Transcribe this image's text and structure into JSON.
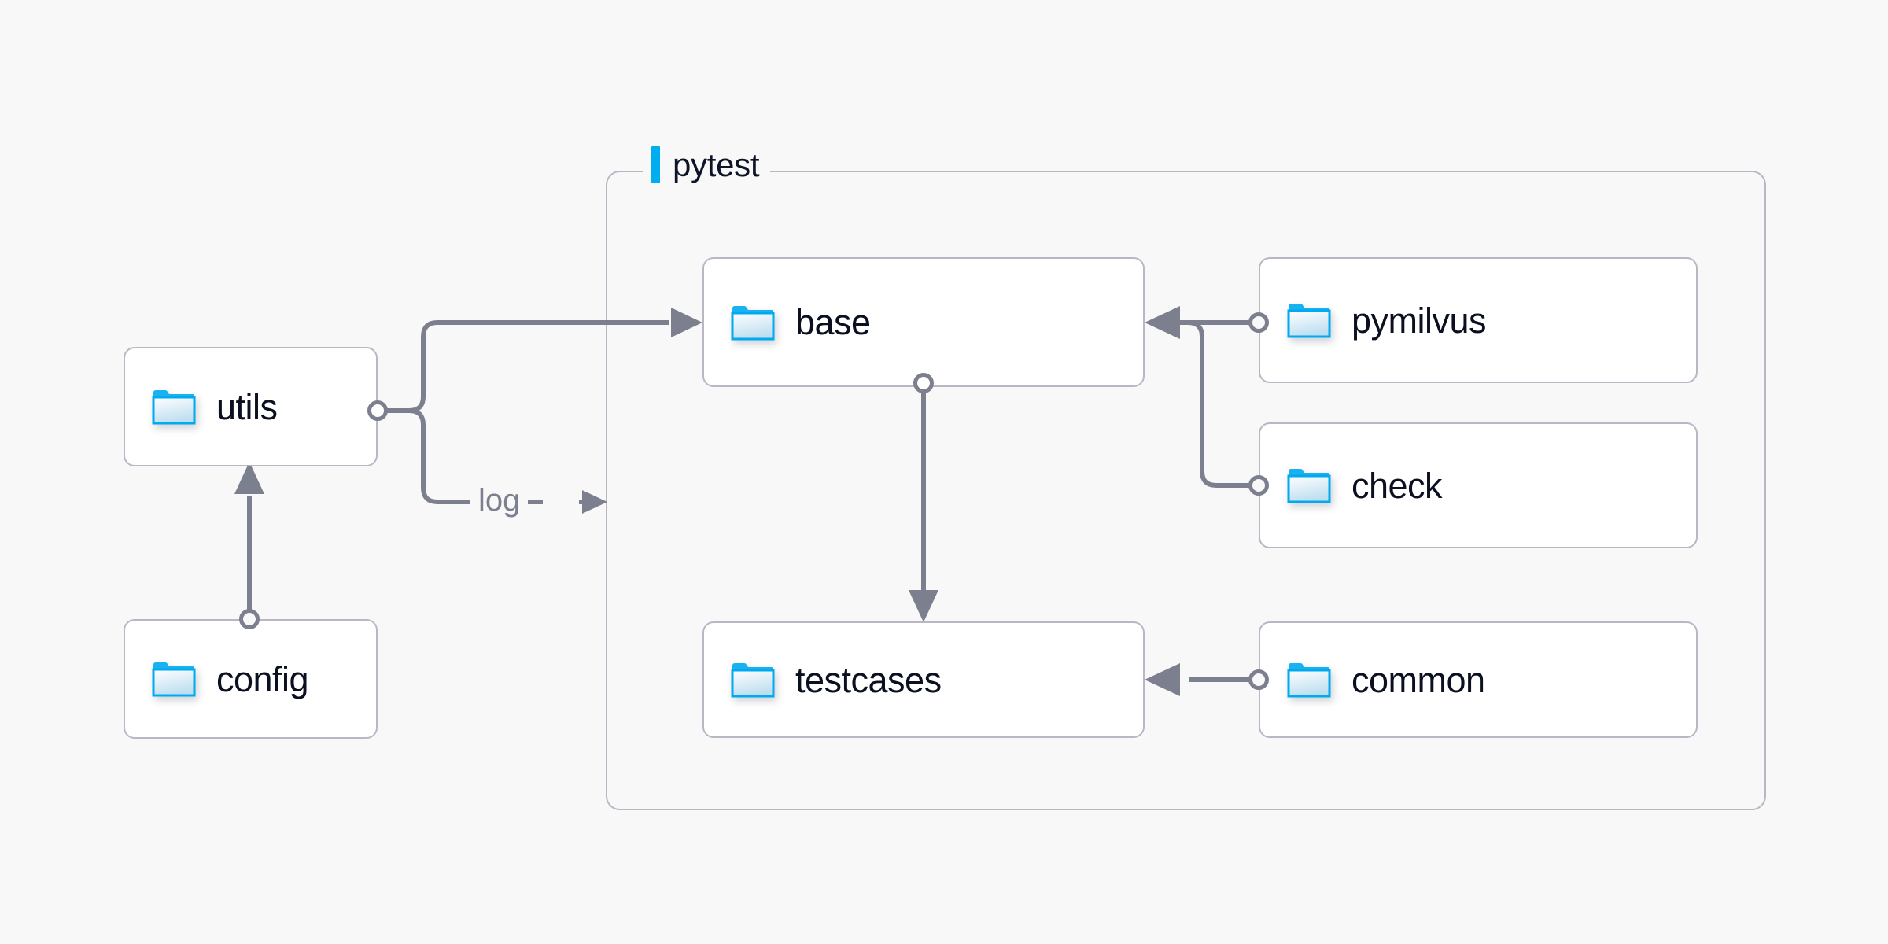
{
  "diagram": {
    "background_color": "#f8f8f9",
    "accent_color": "#00aeef",
    "node_border_color": "#b9b7c4",
    "edge_color": "#7c7f8e",
    "label_color": "#0b1020"
  },
  "group": {
    "label": "pytest",
    "accent_color": "#00aeef"
  },
  "nodes": [
    {
      "id": "utils",
      "label": "utils",
      "icon": "folder-icon"
    },
    {
      "id": "config",
      "label": "config",
      "icon": "folder-icon"
    },
    {
      "id": "base",
      "label": "base",
      "icon": "folder-icon"
    },
    {
      "id": "testcases",
      "label": "testcases",
      "icon": "folder-icon"
    },
    {
      "id": "pymilvus",
      "label": "pymilvus",
      "icon": "folder-icon"
    },
    {
      "id": "check",
      "label": "check",
      "icon": "folder-icon"
    },
    {
      "id": "common",
      "label": "common",
      "icon": "folder-icon"
    }
  ],
  "edges": [
    {
      "id": "utils-base",
      "from": "utils",
      "to": "base",
      "label": ""
    },
    {
      "id": "utils-log",
      "from": "utils",
      "to": "pytest",
      "label": "log"
    },
    {
      "id": "config-utils",
      "from": "config",
      "to": "utils",
      "label": ""
    },
    {
      "id": "base-testcases",
      "from": "base",
      "to": "testcases",
      "label": ""
    },
    {
      "id": "pymilvus-base",
      "from": "pymilvus",
      "to": "base",
      "label": ""
    },
    {
      "id": "check-base",
      "from": "check",
      "to": "base",
      "label": ""
    },
    {
      "id": "common-testcases",
      "from": "common",
      "to": "testcases",
      "label": ""
    }
  ]
}
